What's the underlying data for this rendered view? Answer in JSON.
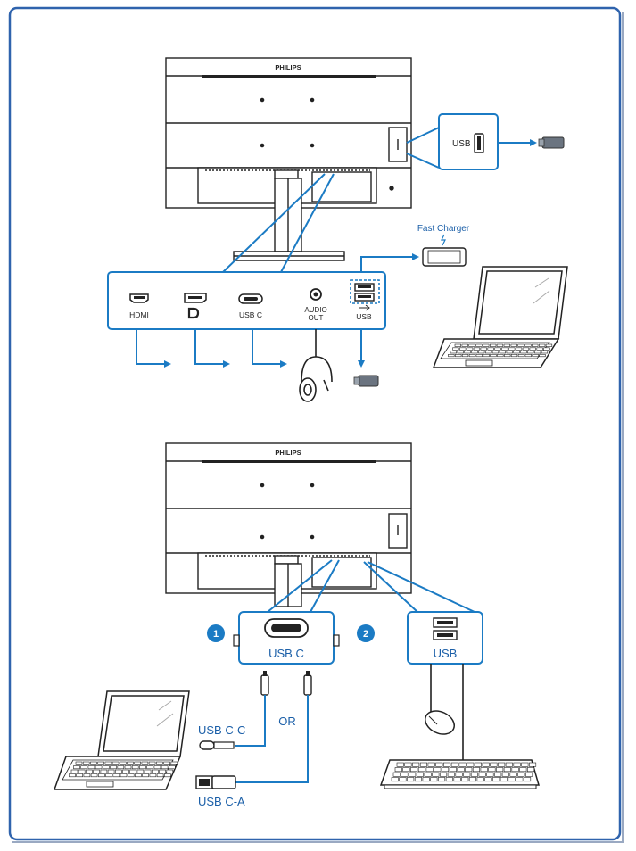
{
  "brand": "PHILIPS",
  "colors": {
    "accent": "#1b7bc4",
    "label_blue": "#1b5fa8",
    "frame": "#2f63ad",
    "outline": "#222222"
  },
  "top_diagram": {
    "side_port_label": "USB",
    "fast_charger_label": "Fast Charger",
    "ports": [
      {
        "id": "hdmi",
        "label": "HDMI",
        "icon": "hdmi-port-icon"
      },
      {
        "id": "dp",
        "label": "",
        "icon": "displayport-logo-icon"
      },
      {
        "id": "usbc",
        "label": "USB C",
        "icon": "usb-c-port-icon"
      },
      {
        "id": "audio",
        "label": "AUDIO OUT",
        "icon": "audio-jack-icon"
      },
      {
        "id": "usb",
        "label": "USB",
        "icon": "usb-a-port-icon"
      }
    ]
  },
  "bottom_diagram": {
    "step1_badge": "1",
    "step2_badge": "2",
    "usbc_label": "USB C",
    "usb_hub_label": "USB",
    "or_label": "OR",
    "cable_cc_label": "USB C-C",
    "cable_ca_label": "USB C-A"
  }
}
